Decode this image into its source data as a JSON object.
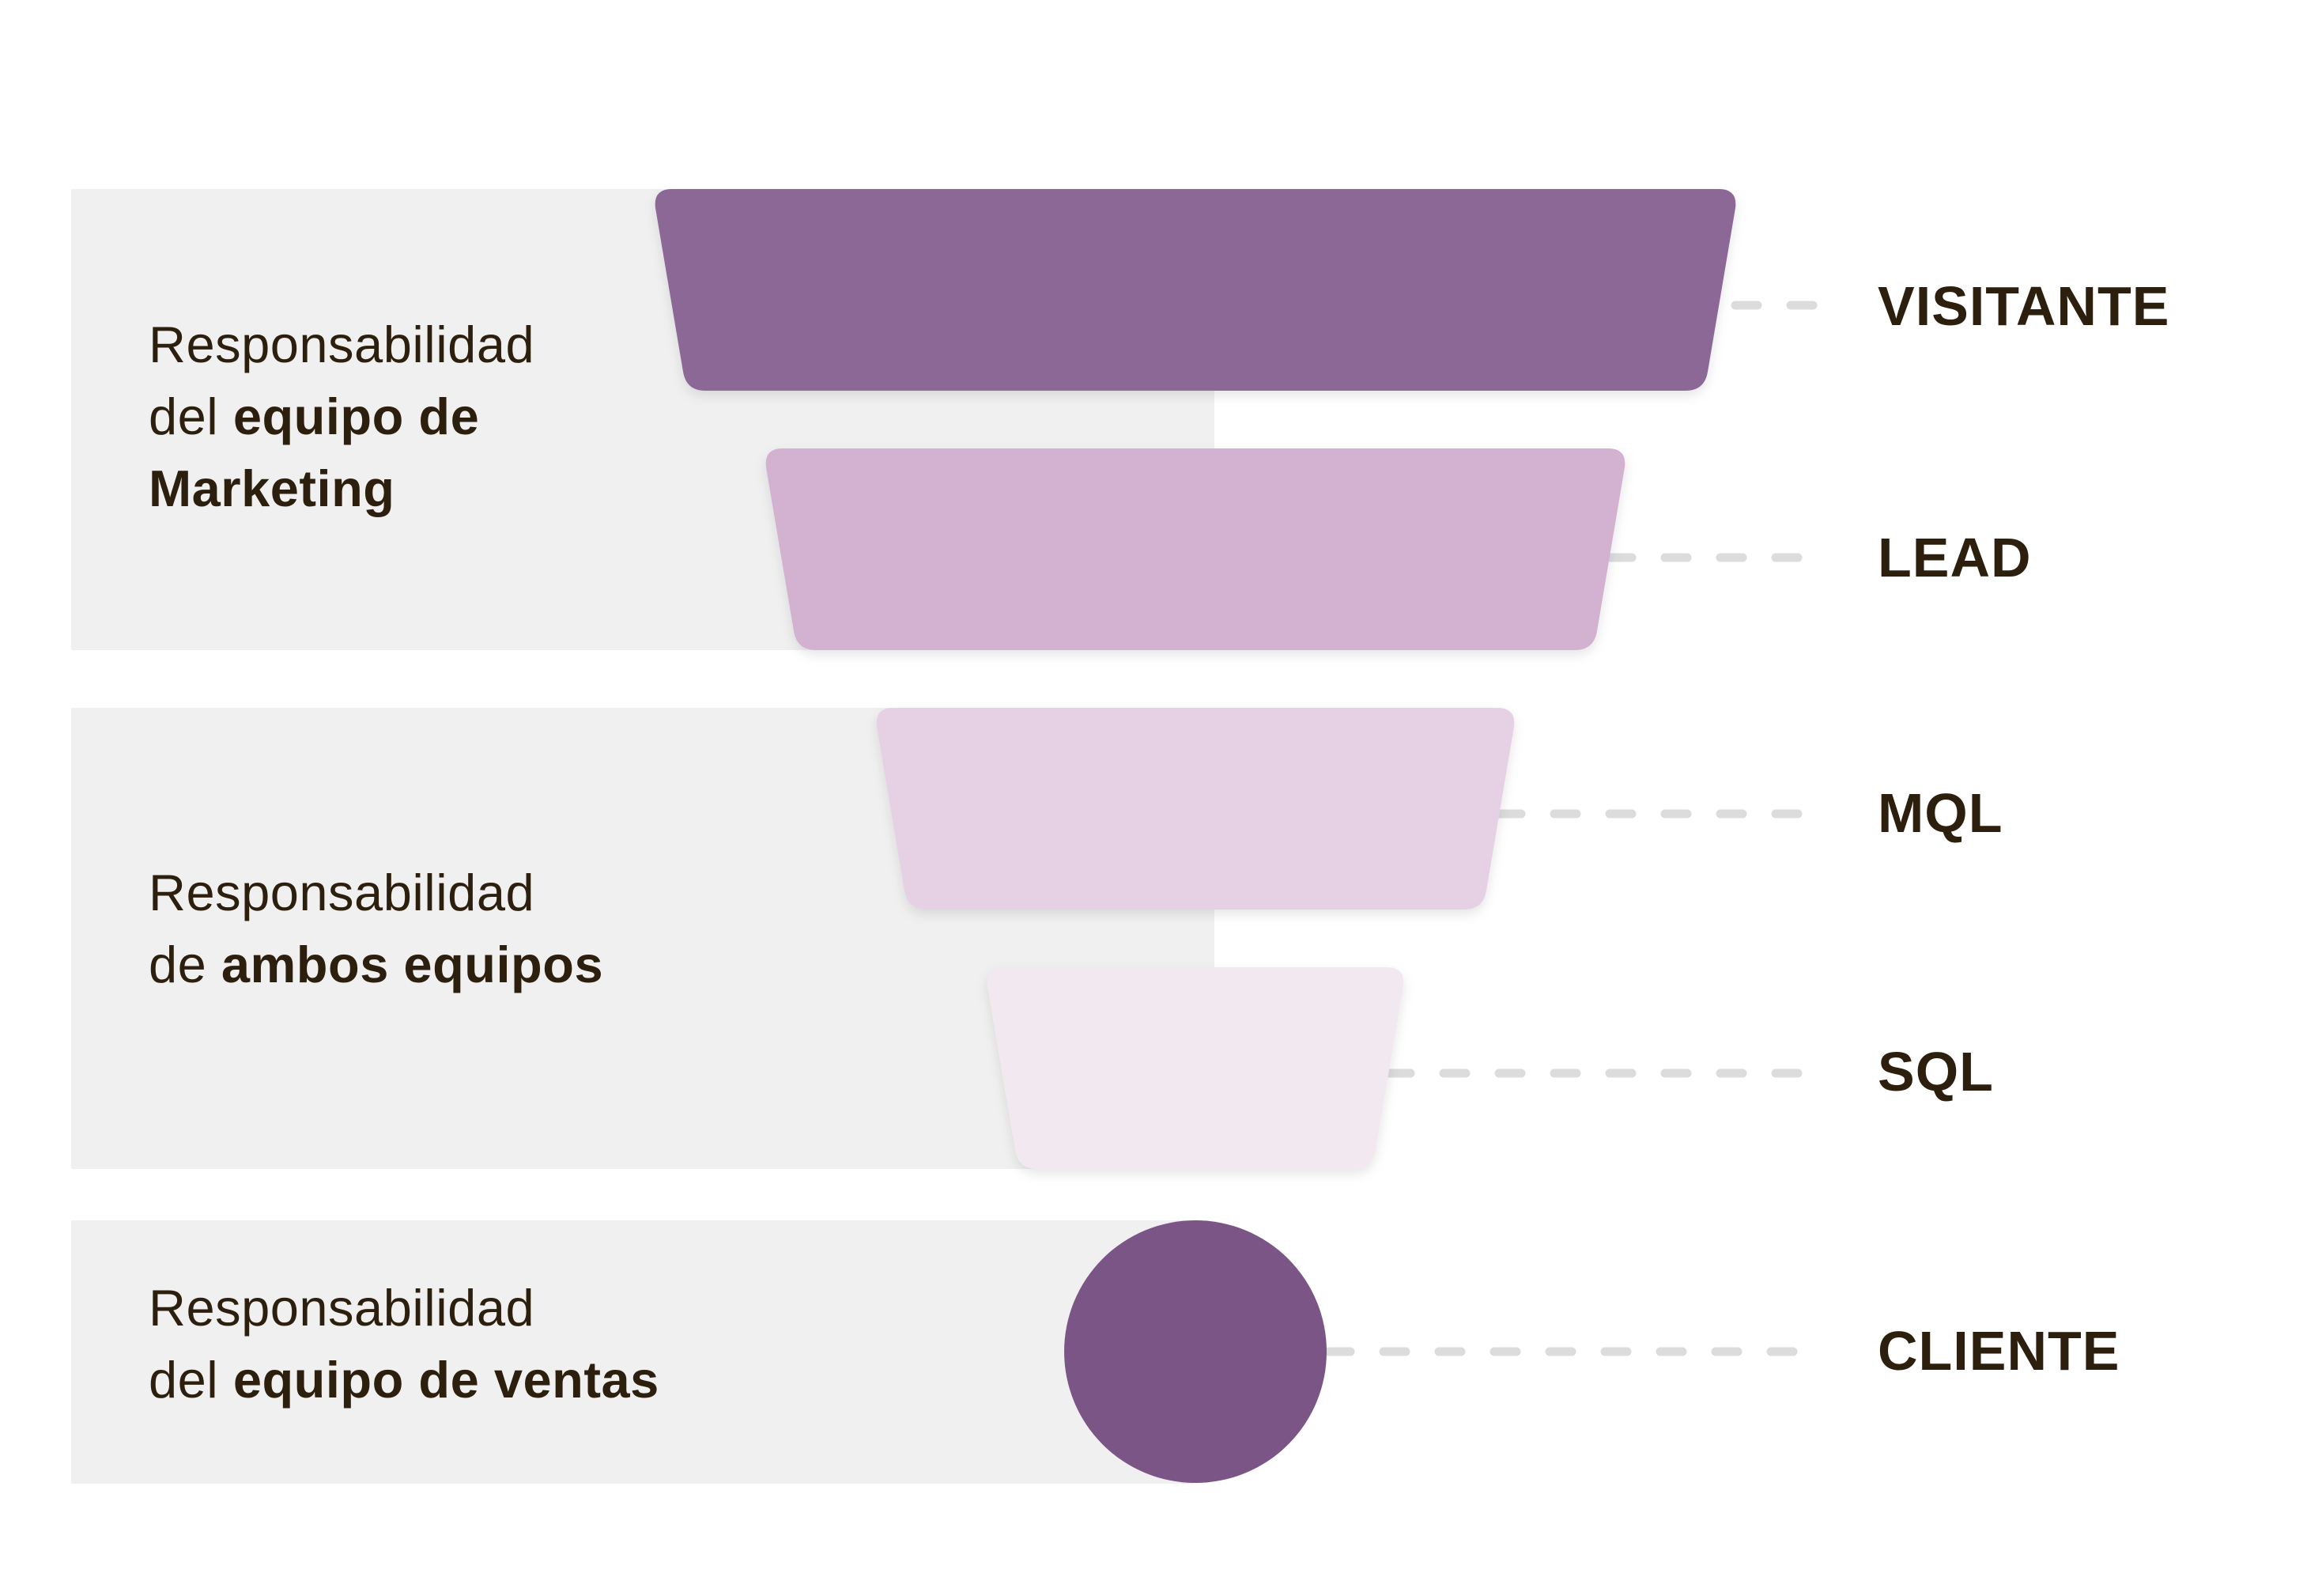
{
  "responsibilities": {
    "marketing": {
      "line1": "Responsabilidad",
      "line2_regular": "del ",
      "line2_bold": "equipo de",
      "line3_bold": "Marketing"
    },
    "both": {
      "line1": "Responsabilidad",
      "line2_regular": "de ",
      "line2_bold": "ambos equipos"
    },
    "sales": {
      "line1": "Responsabilidad",
      "line2_regular": "del ",
      "line2_bold": "equipo de ventas"
    }
  },
  "stages": [
    {
      "label": "VISITANTE",
      "color": "#8c6897"
    },
    {
      "label": "LEAD",
      "color": "#d3b1d0"
    },
    {
      "label": "MQL",
      "color": "#e5d1e3"
    },
    {
      "label": "SQL",
      "color": "#f1e8f0"
    },
    {
      "label": "CLIENTE",
      "color": "#7b5586"
    }
  ],
  "colors": {
    "band": "#f0f0f0",
    "text": "#2d1f0d",
    "connector": "#dcdcdc"
  }
}
